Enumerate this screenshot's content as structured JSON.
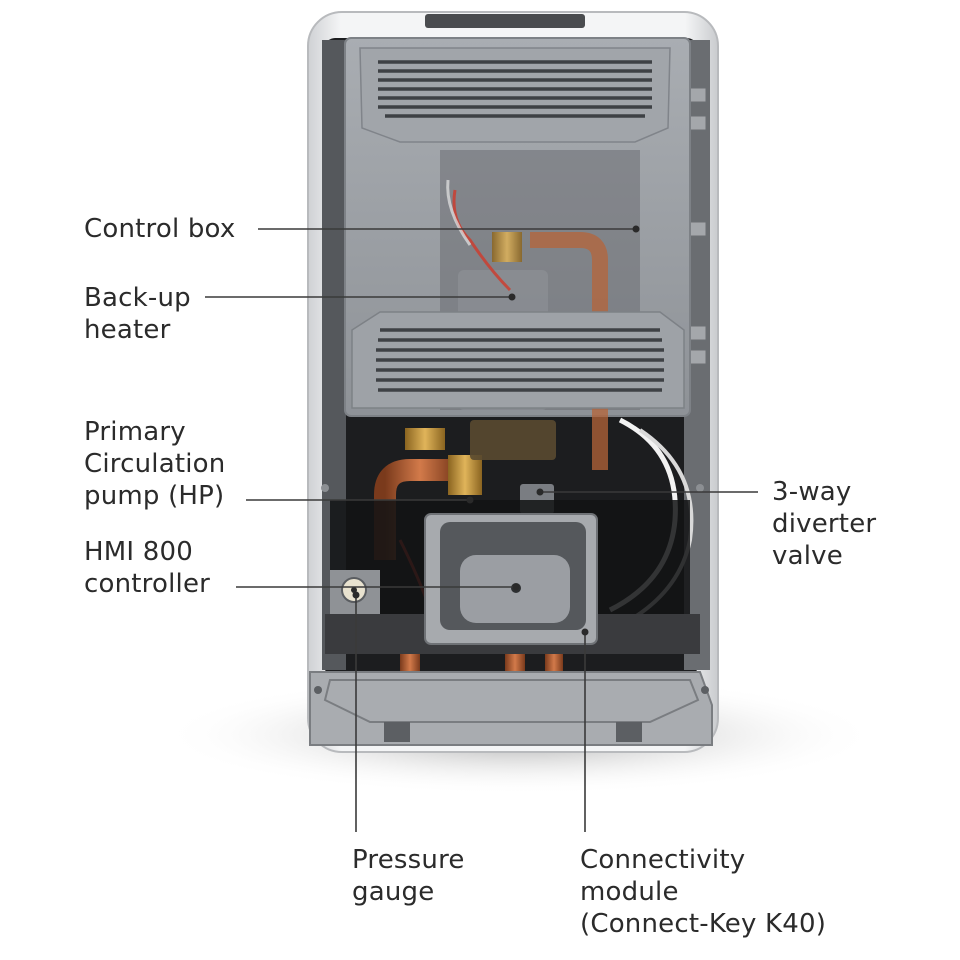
{
  "labels": {
    "control_box": "Control box",
    "backup_heater": "Back-up\nheater",
    "primary_pump": "Primary\nCirculation\npump (HP)",
    "hmi_controller": "HMI 800\ncontroller",
    "diverter_valve": "3-way\ndiverter\nvalve",
    "pressure_gauge": "Pressure\ngauge",
    "connectivity_module": "Connectivity\nmodule\n(Connect-Key K40)"
  },
  "colors": {
    "casing": "#e9eaec",
    "cover": "#9a9ea3",
    "interior": "#1c1d1f",
    "pipe_copper": "#b5643a",
    "brass": "#c79a3e",
    "controller_face": "#55585c",
    "leader_line": "#3a3a3a"
  }
}
